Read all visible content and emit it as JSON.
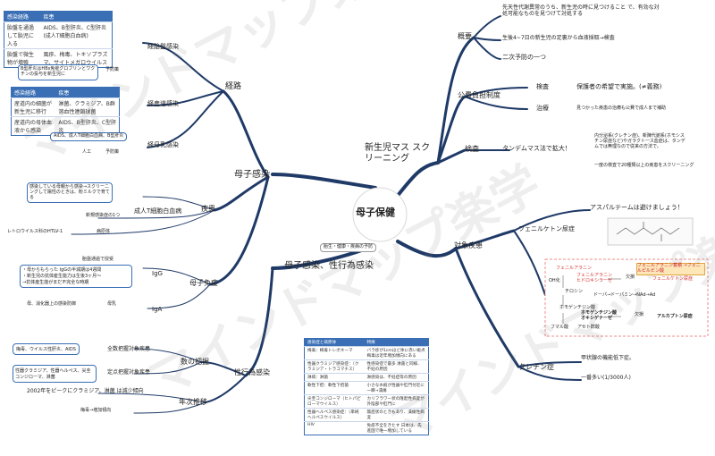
{
  "watermark": "マインドマップ楽学",
  "center": {
    "title": "母子保健"
  },
  "center_note": "胎生・健康・疾病の予防",
  "left": {
    "main_infection": "母子感染",
    "main_infection_sexual": "母子感染、性行為感染",
    "route": "経路",
    "placental": "経胎盤感染",
    "birth_canal": "経産道感染",
    "breastmilk": "経母乳感染",
    "hbv_note": "B型肝炎はHBs免疫グロブリンとワクチンの投与を新生児に",
    "prevention": "予防策",
    "aids_breast": "AIDS、成人T細胞白血病、B型肝炎",
    "artificial": "人工",
    "prevention2": "予防策",
    "table1": {
      "headers": [
        "感染経路",
        "疾患"
      ],
      "rows": [
        [
          "胎盤を通過して胎児に入る",
          "AIDS、B型肝炎、C型肝炎(成人T細胞白血病)"
        ],
        [
          "胎盤で微生物が増殖",
          "風疹、梅毒、トキソプラズマ、サイトメガロウイルス"
        ]
      ]
    },
    "table2": {
      "headers": [
        "感染経路",
        "疾患"
      ],
      "rows": [
        [
          "産道内の細菌が新生児に移行",
          "淋菌、クラミジア、B群溶血性連鎖球菌"
        ],
        [
          "産道内の母体血液から感染",
          "AIDS、B型肝炎、C型肝炎"
        ]
      ]
    },
    "disease": "疾患",
    "atl": "成人T細胞白血病",
    "atl_note": "感染している母親から感染→スクリーニングして陽性のときは、粉ミルクで育てる",
    "new_cases": "新規感染症の1つ",
    "htlv": "レトロウイルス科のHTLV-1",
    "pathogen": "病原体",
    "immunity": "母子免疫",
    "igg": "IgG",
    "iga": "IgA",
    "placenta_pass": "胎盤通過で授受",
    "igg_note": [
      "・母からもらった IgGの半減期は4週間",
      "・新生児の抗体産生能力は生後3ヶ月～",
      "→抗体産生能がまだ不完全な時期"
    ],
    "iga_note": "母、消化器上の感染防御",
    "breast": "母乳",
    "sexual": "性行為感染",
    "count": "数の把握",
    "all_report": "全数把握対象疾患",
    "all_list": "梅毒、ウイルス性肝炎、AIDS",
    "fixed_report": "定点把握対象疾患",
    "fixed_list": "性器クラミジア、性器ヘルペス、尖圭コンジローマ、淋菌",
    "yearly": "年次推移",
    "yearly_peak": "2002年をピークにクラミジア、淋菌 は減少傾向",
    "syphilis_trend": "梅毒→増加傾向"
  },
  "std_table": {
    "headers": [
      "感染症と病原体",
      "特徴"
    ],
    "rows": [
      [
        "梅毒：梅毒トレポネーマ",
        "バラ疹が1cmほど体に赤い斑点 梅毒は近年増加傾向にある"
      ],
      [
        "性器クラミジア感染症：（クラミジア・トラコマチス）",
        "性感染症で最多 淋菌と同様、不妊の原因"
      ],
      [
        "淋病：淋菌",
        "淋感染は、不妊症等の原因"
      ],
      [
        "軟性下疳：軟性下疳菌",
        "小さな水疱が性器や肛門付近に一瞬→潰瘍"
      ],
      [
        "尖圭コンジローマ（ヒトパピローマウイルス）",
        "カリフラワー状の隆起性病変が外陰部や肛門に"
      ],
      [
        "性器ヘルペス感染症：（単純ヘルペスウイルス）",
        "無症状のときもあり、潰瘍性病変"
      ],
      [
        "HIV",
        "免疫不全をきたす 日本は、先進国で唯一増加している"
      ]
    ]
  },
  "right": {
    "screening": "新生児マス スクリーニング",
    "overview": "概要",
    "ov1": "先天性代謝異常のうち、新生児の時に見つけること で、有効な対処可能なものを見つけて対処する",
    "ov2": "生後4~7日の新生児の足裏から血液採取→検査",
    "ov3": "二次予防の一つ",
    "burden": "公費負担制度",
    "exam": "検査",
    "exam_note": "保護者の希望で実施。(≠義務)",
    "treat": "治療",
    "treat_note": "見つかった疾患の治療も公費で成人まで補助",
    "test": "検査",
    "tandem": "タンデムマス法で拡大！",
    "tandem_note": "内分泌系(クレチン症)、新陳代謝系(ホモシスチン尿症など)やガラクトース血症は、タンデムでは無理なので従来の方法で。",
    "tandem_note2": "一度の検査で20種類以上の疾患をスクリーニング",
    "target": "対象疾患",
    "pku": "フェニルケトン尿症",
    "aspartame": "アスパルテームは避けましょう！",
    "pathway": {
      "phe": "フェニルアラニン",
      "oh": "OH化",
      "enzyme": "フェニルアラニン ヒドロキシラーゼ",
      "deficit": "欠損",
      "pku_out": "フェニルケトン尿症",
      "accum": "フェニルアラニン蓄積 →フェニルピルビン酸",
      "tyr": "チロシン",
      "dopa": "ドーパ→ドーパミン→NAd→Ad",
      "homogentisic": "ホモゲンチジン酸",
      "oxidase": "ホモゲンチジン酸 オキシゲナーゼ",
      "deficit2": "欠損",
      "alkapton": "アルカプトン尿症",
      "fumaric": "フマル酸",
      "aceto": "アセト酢酸"
    },
    "cretin": "クレチン症",
    "cretin1": "甲状腺の機能低下症。",
    "cretin2": "一番多い(1/3000人)"
  }
}
